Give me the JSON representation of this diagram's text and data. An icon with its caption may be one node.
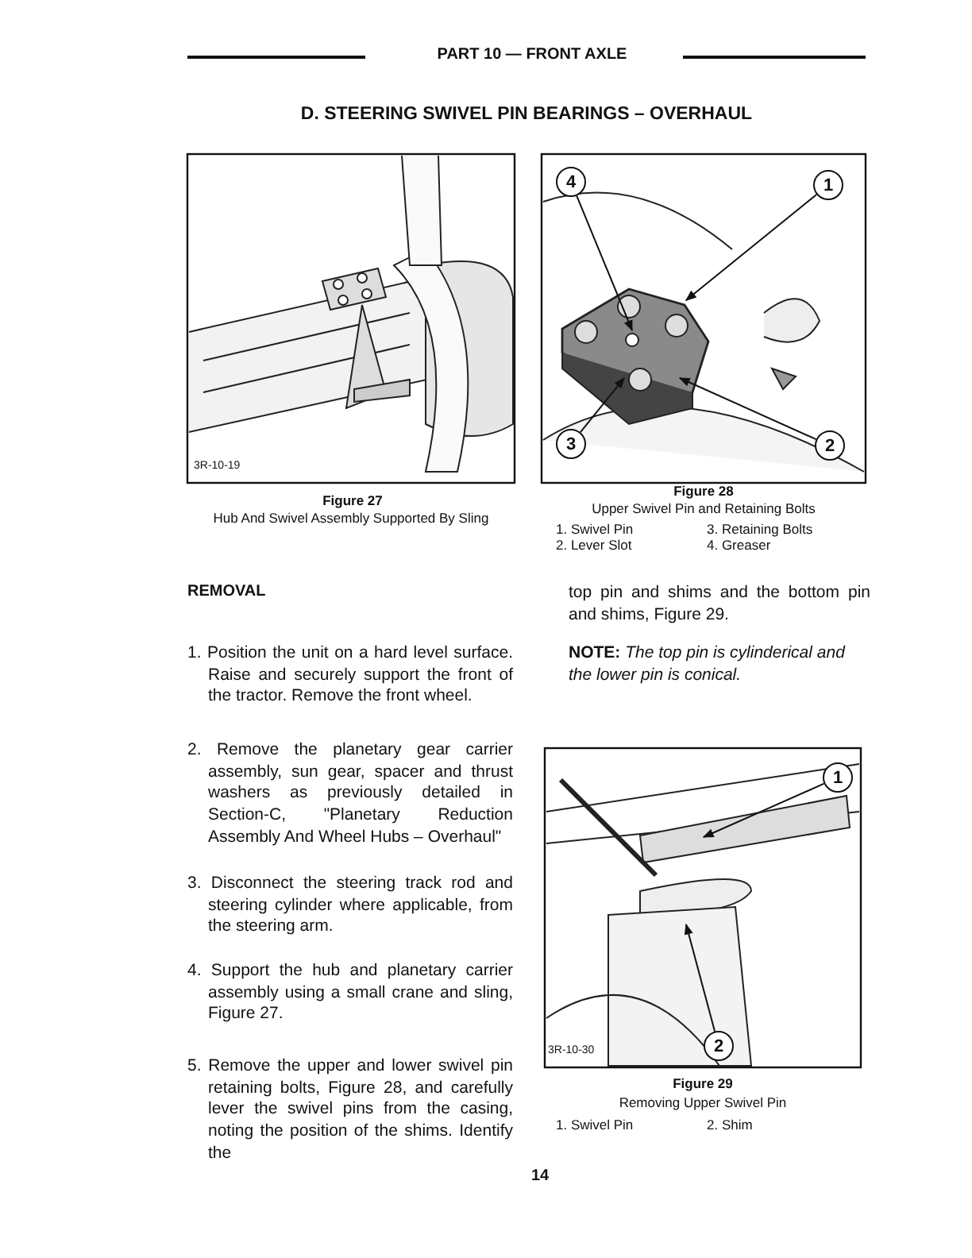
{
  "diagram": {
    "title": "D. STEERING SWIVEL PIN BEARINGS – OVERHAUL",
    "nodes": [
      {
        "text": [
          "4"
        ]
      },
      {
        "text": [
          "1"
        ]
      },
      {
        "text": [
          "3"
        ]
      },
      {
        "text": [
          "2"
        ]
      },
      {
        "text": [
          "1"
        ]
      },
      {
        "text": [
          "2"
        ]
      }
    ],
    "edges": [
      {
        "from": 0,
        "to": null,
        "arrow": "to"
      },
      {
        "from": 1,
        "to": null,
        "arrow": "to"
      },
      {
        "from": 2,
        "to": null,
        "arrow": "to"
      },
      {
        "from": 3,
        "to": null,
        "arrow": "to"
      },
      {
        "from": 4,
        "to": null,
        "arrow": "to"
      },
      {
        "from": 5,
        "to": null,
        "arrow": "to"
      }
    ],
    "labels": [
      "PART 10 — FRONT AXLE",
      "3R-10-19",
      "Figure 27",
      "Hub And Swivel Assembly Supported By Sling",
      "Figure 28",
      "Upper Swivel Pin and Retaining Bolts",
      "1. Swivel Pin",
      "3. Retaining Bolts",
      "2. Lever Slot",
      "4. Greaser",
      "REMOVAL",
      "1. Position the unit on a hard level surface. Raise and securely support the front of the tractor. Remove the front wheel.",
      "2. Remove the planetary gear carrier assembly, sun gear, spacer and thrust washers as previously detailed in Section-C, \"Planetary Reduction Assembly And Wheel Hubs – Overhaul\"",
      "3. Disconnect the steering track rod and steering cylinder where applicable, from the steering arm.",
      "4. Support the hub and planetary carrier assembly using a small crane and sling, Figure 27.",
      "5. Remove the upper and lower swivel pin retaining bolts, Figure 28, and carefully lever the swivel pins from the casing, noting the position of the shims. Identify the",
      "top pin and shims and the bottom pin and shims, Figure 29.",
      "**NOTE:** *The top pin is cylinderical and the lower pin is conical.*",
      "3R-10-30",
      "Figure 29",
      "Removing Upper Swivel Pin",
      "1. Swivel Pin",
      "2. Shim",
      "14"
    ]
  }
}
